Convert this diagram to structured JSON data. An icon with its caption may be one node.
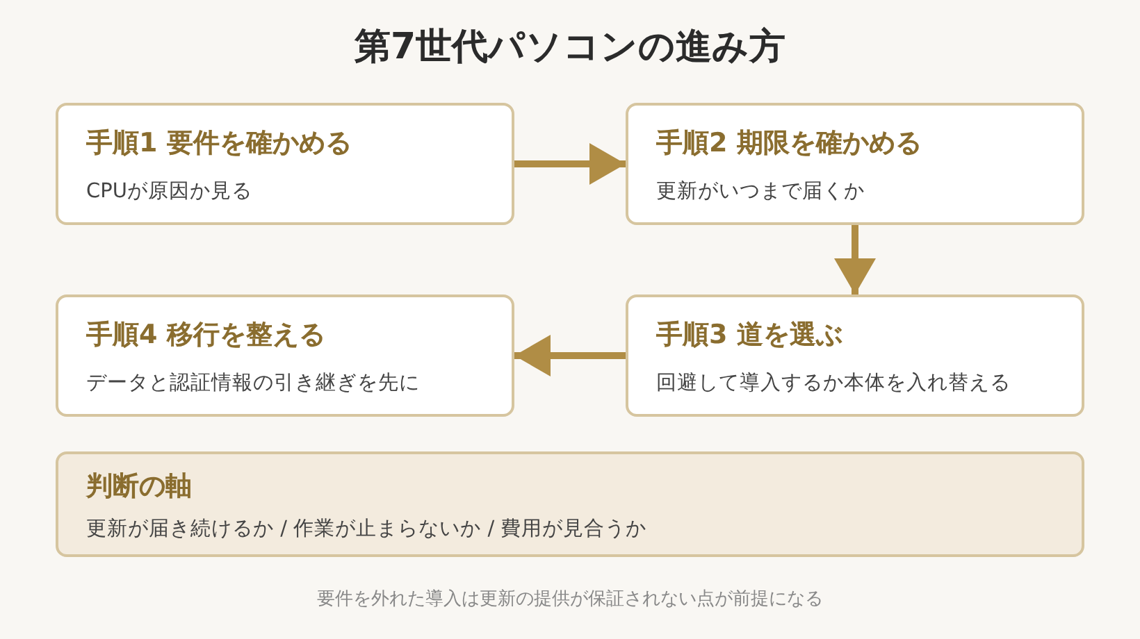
{
  "diagram": {
    "title": "第7世代パソコンの進み方",
    "nodes": [
      {
        "text": [
          "手順1 要件を確かめる",
          "CPUが原因か見る"
        ]
      },
      {
        "text": [
          "手順2 期限を確かめる",
          "更新がいつまで届くか"
        ]
      },
      {
        "text": [
          "手順3 道を選ぶ",
          "回避して導入するか本体を入れ替える"
        ]
      },
      {
        "text": [
          "手順4 移行を整える",
          "データと認証情報の引き継ぎを先に"
        ]
      },
      {
        "text": [
          "判断の軸",
          "更新が届き続けるか / 作業が止まらないか / 費用が見合うか"
        ]
      }
    ],
    "edges": [
      {
        "from": 0,
        "to": 1,
        "arrow": "to"
      },
      {
        "from": 1,
        "to": 2,
        "arrow": "to"
      },
      {
        "from": 2,
        "to": 3,
        "arrow": "to"
      }
    ],
    "caption": "要件を外れた導入は更新の提供が保証されない点が前提になる"
  }
}
